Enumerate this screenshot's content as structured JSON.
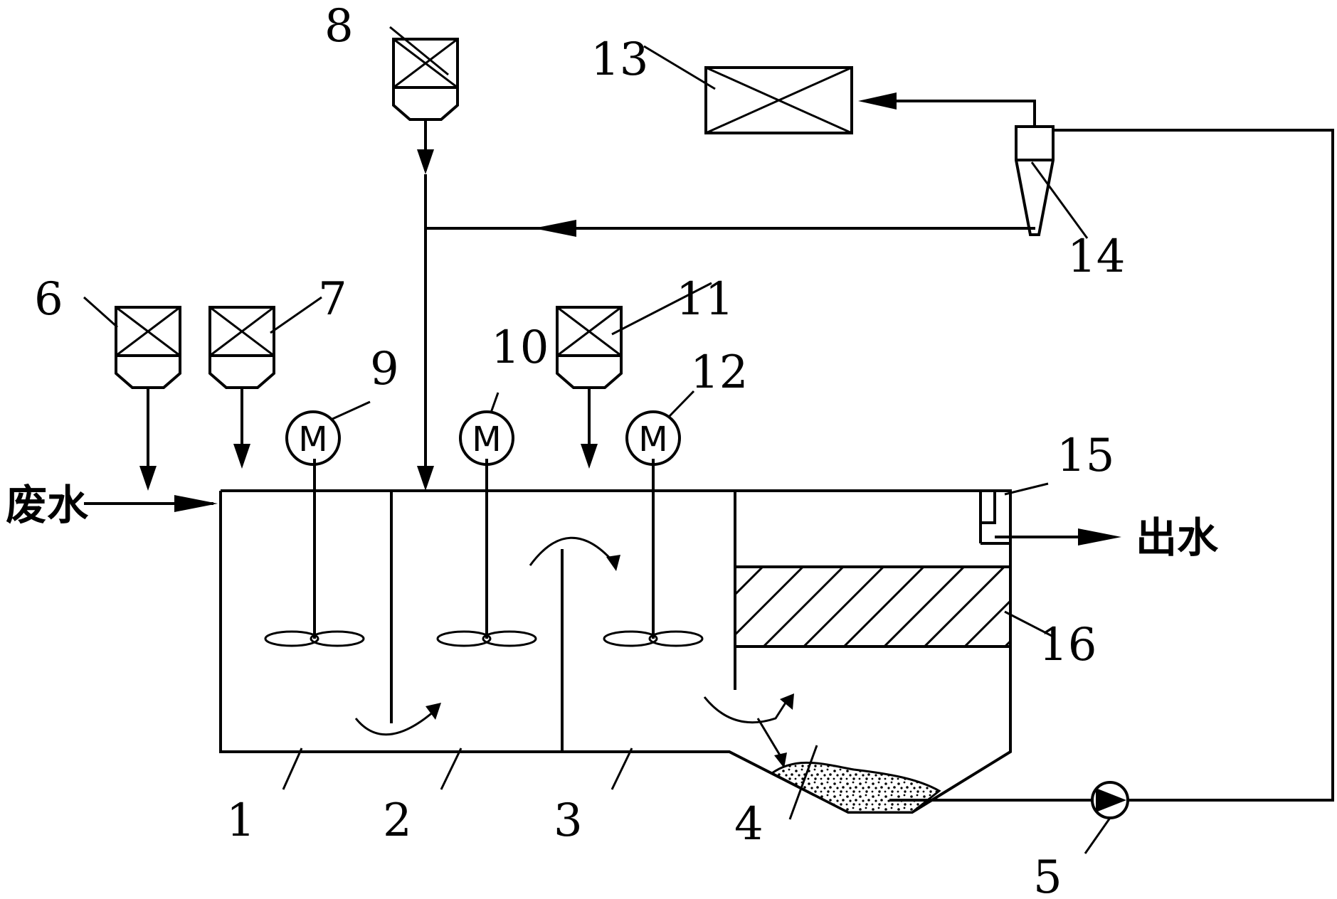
{
  "labels": {
    "inlet": "废水",
    "outlet": "出水",
    "n1": "1",
    "n2": "2",
    "n3": "3",
    "n4": "4",
    "n5": "5",
    "n6": "6",
    "n7": "7",
    "n8": "8",
    "n9": "9",
    "n10": "10",
    "n11": "11",
    "n12": "12",
    "n13": "13",
    "n14": "14",
    "n15": "15",
    "n16": "16"
  },
  "motor_symbol": "M"
}
